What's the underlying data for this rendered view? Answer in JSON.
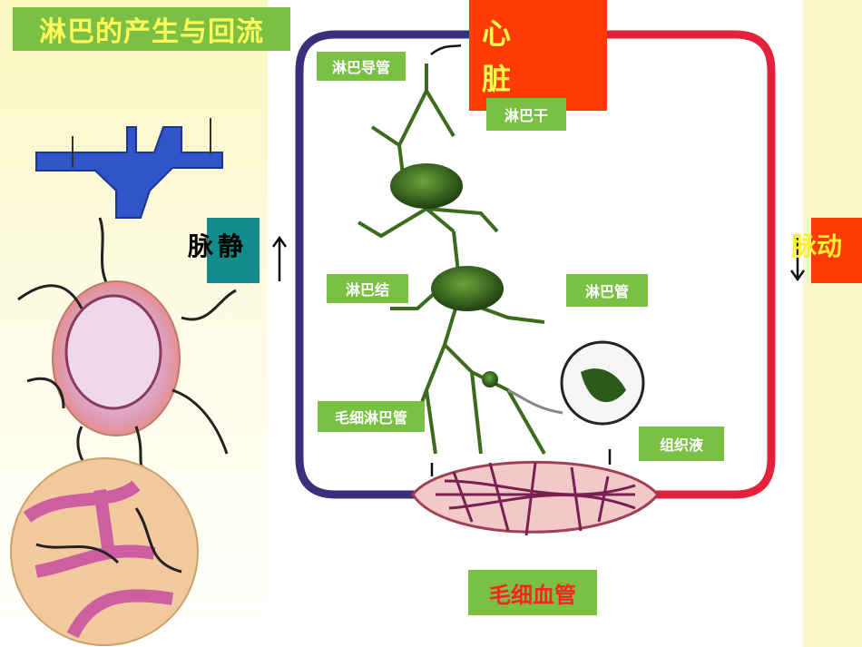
{
  "title": "淋巴的产生与回流",
  "heart": {
    "char1": "心",
    "char2": "脏"
  },
  "vein": {
    "char1": "脉",
    "char2": "静"
  },
  "artery": {
    "label": "脉动"
  },
  "labels": {
    "lymph_duct": "淋巴导管",
    "lymph_trunk": "淋巴干",
    "lymph_node": "淋巴结",
    "lymph_vessel": "淋巴管",
    "lymph_capillary": "毛细淋巴管",
    "tissue_fluid": "组织液",
    "blood_capillary": "毛细血管"
  },
  "colors": {
    "vein": "#3b2e7a",
    "artery": "#e3213a",
    "lymph": "#3c6b1f",
    "label_bg": "#7ac143"
  }
}
